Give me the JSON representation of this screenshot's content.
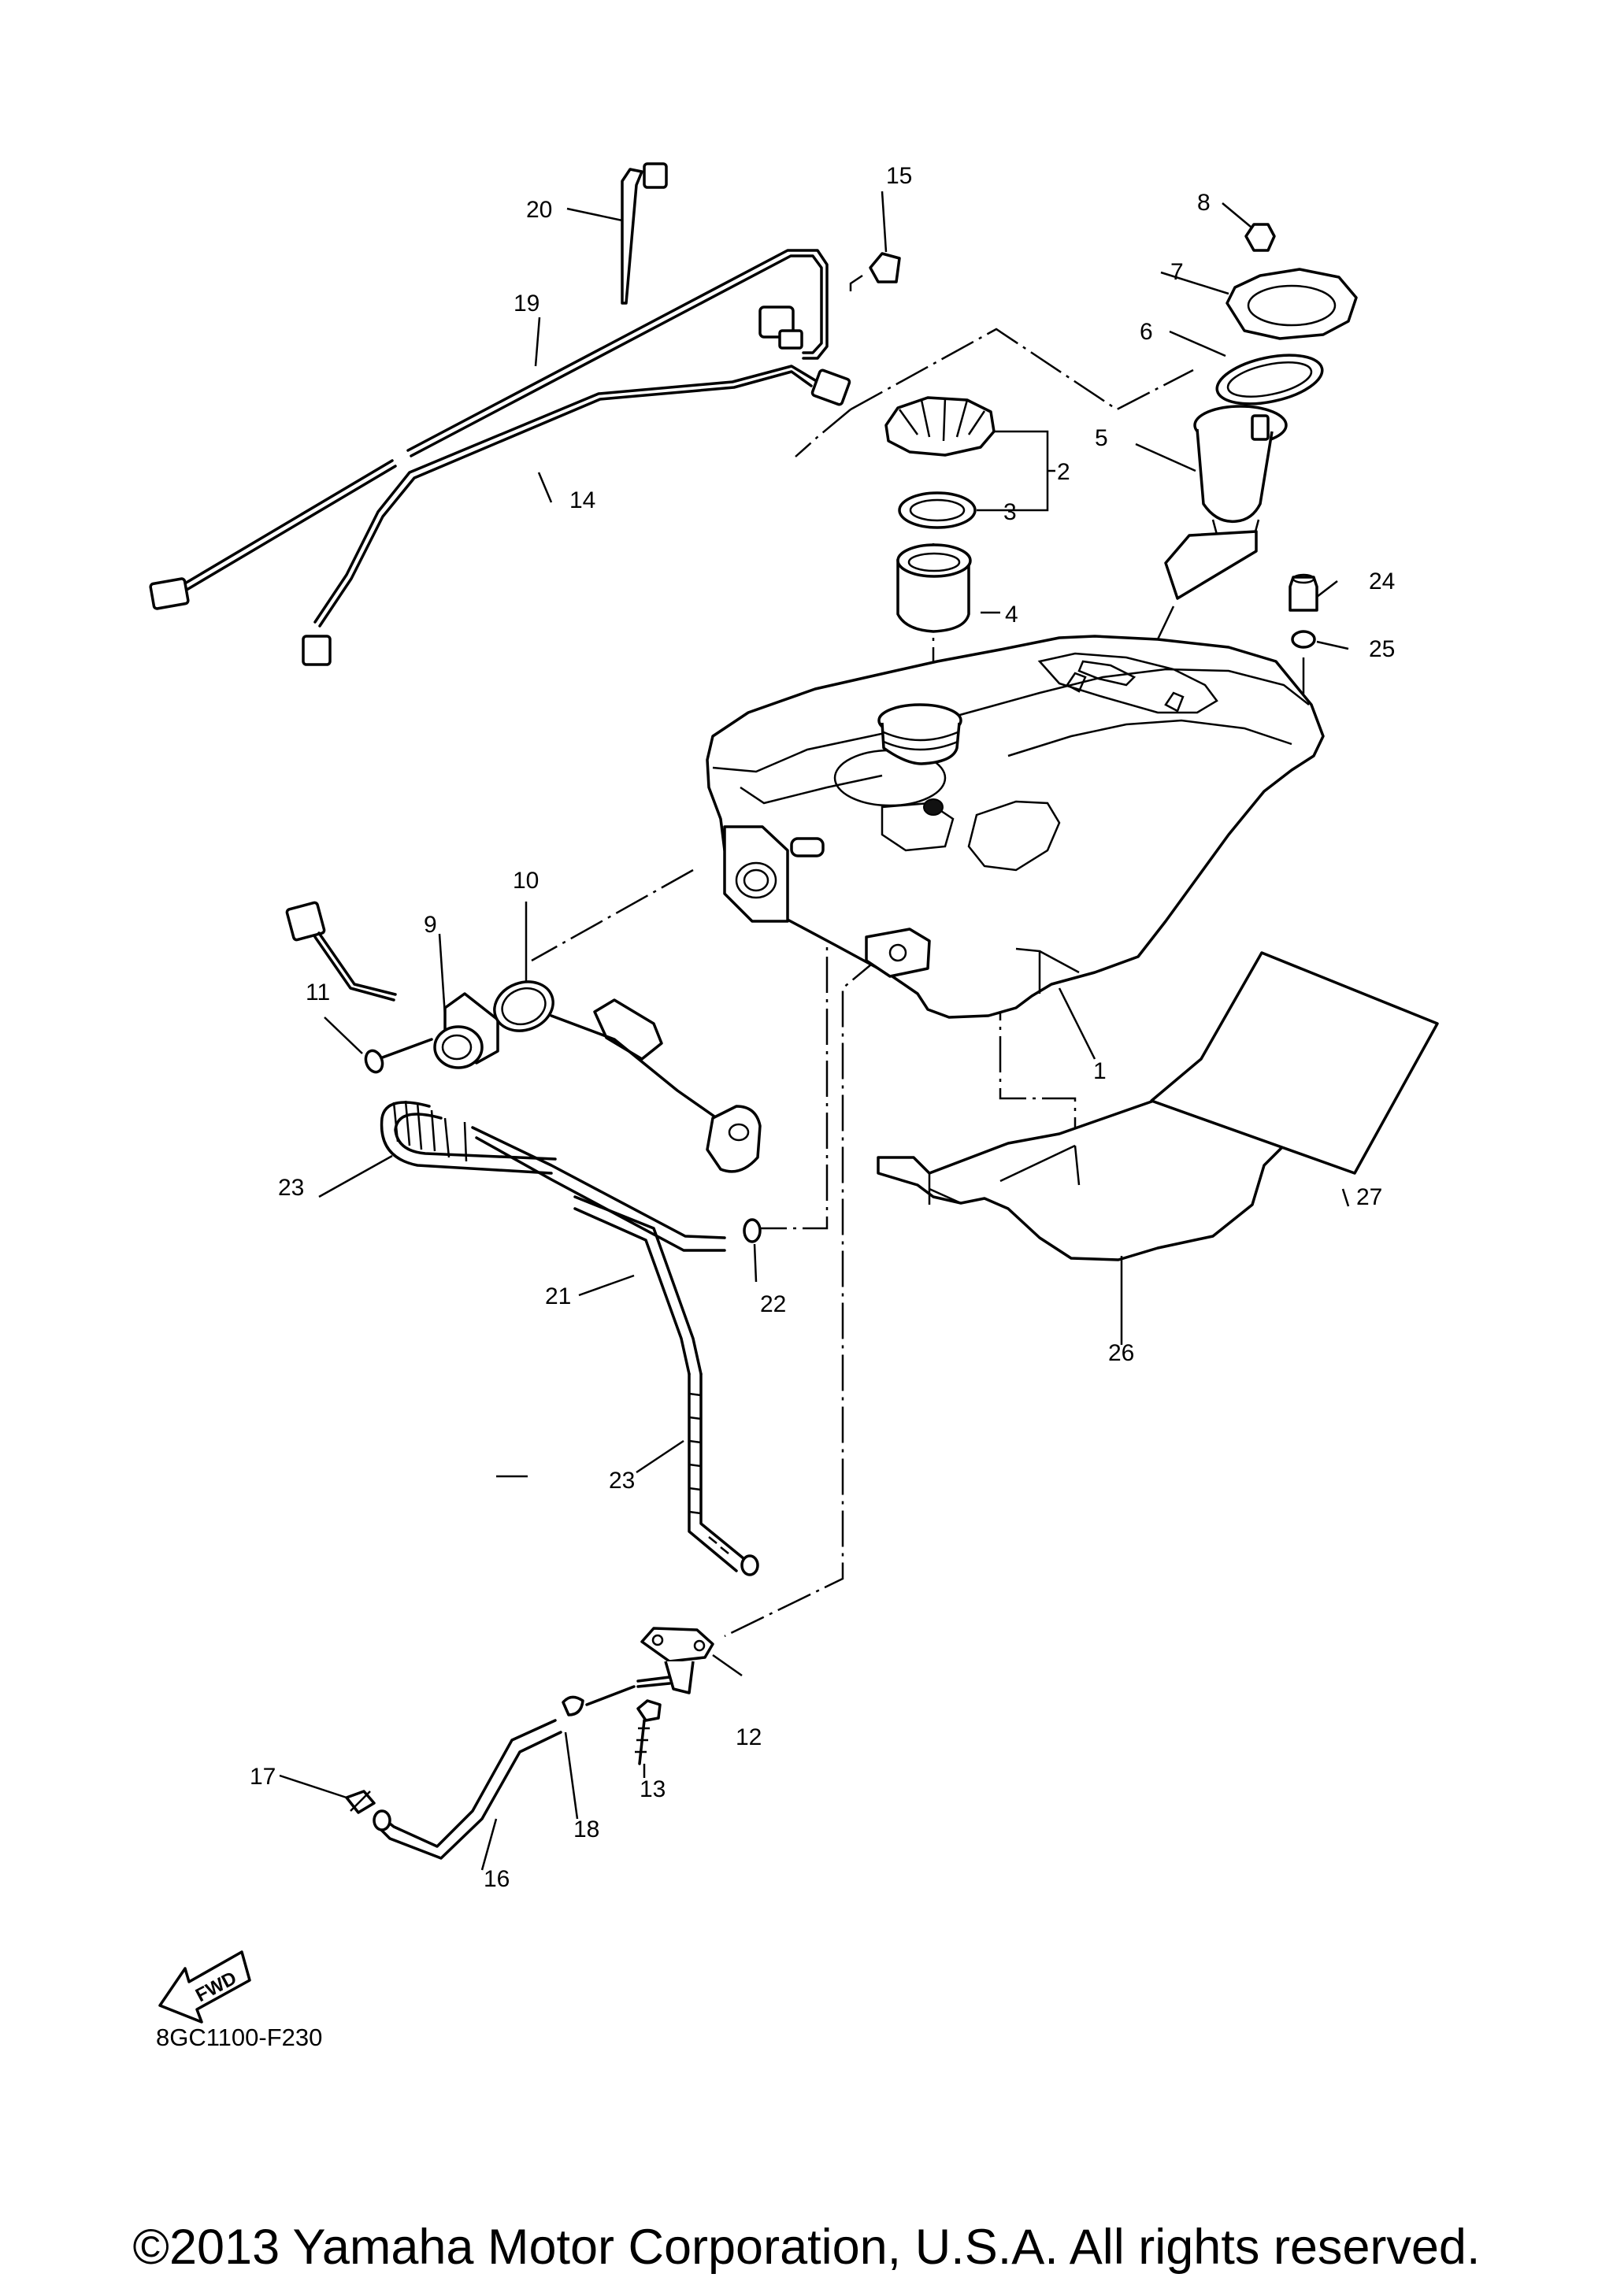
{
  "callouts": [
    {
      "id": "c1",
      "text": "1"
    },
    {
      "id": "c2",
      "text": "2"
    },
    {
      "id": "c3",
      "text": "3"
    },
    {
      "id": "c4",
      "text": "4"
    },
    {
      "id": "c5",
      "text": "5"
    },
    {
      "id": "c6",
      "text": "6"
    },
    {
      "id": "c7",
      "text": "7"
    },
    {
      "id": "c8",
      "text": "8"
    },
    {
      "id": "c9",
      "text": "9"
    },
    {
      "id": "c10",
      "text": "10"
    },
    {
      "id": "c11",
      "text": "11"
    },
    {
      "id": "c12",
      "text": "12"
    },
    {
      "id": "c13",
      "text": "13"
    },
    {
      "id": "c14",
      "text": "14"
    },
    {
      "id": "c15",
      "text": "15"
    },
    {
      "id": "c16",
      "text": "16"
    },
    {
      "id": "c17",
      "text": "17"
    },
    {
      "id": "c18",
      "text": "18"
    },
    {
      "id": "c19",
      "text": "19"
    },
    {
      "id": "c20",
      "text": "20"
    },
    {
      "id": "c21",
      "text": "21"
    },
    {
      "id": "c22",
      "text": "22"
    },
    {
      "id": "c23a",
      "text": "23"
    },
    {
      "id": "c23b",
      "text": "23"
    },
    {
      "id": "c24",
      "text": "24"
    },
    {
      "id": "c25",
      "text": "25"
    },
    {
      "id": "c26",
      "text": "26"
    },
    {
      "id": "c27",
      "text": "27"
    }
  ],
  "fwd_label": "FWD",
  "diagram_code": "8GC1100-F230",
  "copyright": "©2013 Yamaha Motor Corporation, U.S.A. All rights reserved."
}
